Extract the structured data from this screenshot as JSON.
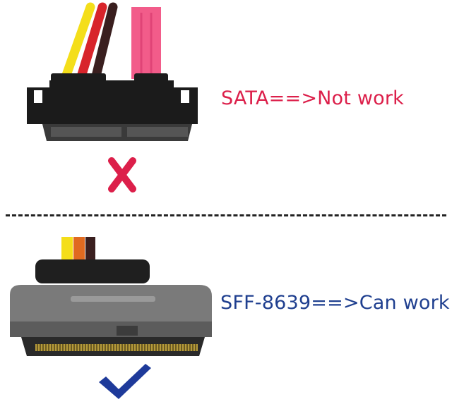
{
  "sata": {
    "label": "SATA==>Not work",
    "status_mark": "X",
    "mark_color": "#dc1f4a",
    "wire_colors": [
      "#f4de1a",
      "#d8242b",
      "#3a1f1f",
      "#f25c8a"
    ]
  },
  "sff": {
    "label": "SFF-8639==>Can work",
    "status_mark": "check-icon",
    "mark_color": "#1e3a9a",
    "wire_colors": [
      "#f4de1a",
      "#e06a20",
      "#3a1f1f"
    ]
  }
}
